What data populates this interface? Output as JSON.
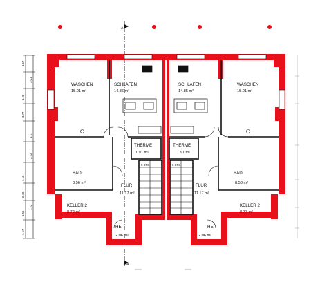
{
  "section_marks": {
    "top": "A",
    "bottom": "A"
  },
  "rooms": [
    {
      "name": "WASCHEN",
      "area": "15.01 m²"
    },
    {
      "name": "SCHLAFEN",
      "area": "14.86 m²"
    },
    {
      "name": "SCHLAFEN",
      "area": "14.85 m²"
    },
    {
      "name": "WASCHEN",
      "area": "15.01 m²"
    },
    {
      "name": "THERME",
      "area": "1.91 m²"
    },
    {
      "name": "THERME",
      "area": "1.91 m²"
    },
    {
      "name": "BAD",
      "area": "8.56 m²"
    },
    {
      "name": "BAD",
      "area": "8.58 m²"
    },
    {
      "name": "FLUR",
      "area": "11.17 m²"
    },
    {
      "name": "FLUR",
      "area": "11.17 m²"
    },
    {
      "name": "KELLER 2",
      "area": "8.72 m²"
    },
    {
      "name": "KELLER 2",
      "area": "8.77 m²"
    },
    {
      "name": "HE",
      "area": "2.06 m²"
    },
    {
      "name": "HE",
      "area": "2.06 m²"
    }
  ],
  "stairs": [
    {
      "label": "5 STG"
    },
    {
      "label": "5 STG"
    }
  ],
  "dimensions": {
    "left": [
      "1.17",
      "3.01",
      "1.20",
      "3.77",
      "4.17",
      "3.22",
      "1.18",
      "2.48",
      "1.22",
      "1.56",
      "1.17"
    ]
  },
  "colors": {
    "wall": "#e8101a",
    "outline": "#111111",
    "axis": "#111111"
  }
}
